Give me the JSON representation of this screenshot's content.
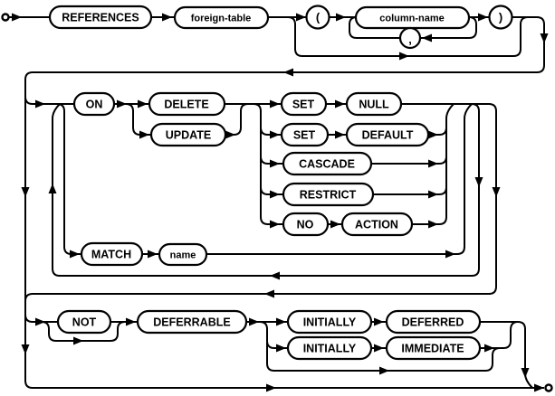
{
  "diagram": {
    "colors": {
      "line": "#000000",
      "background": "#ffffff",
      "node_fill": "#ffffff",
      "text": "#000000"
    },
    "nodes": {
      "references": "REFERENCES",
      "foreign_table": "foreign-table",
      "lparen": "(",
      "column_name": "column-name",
      "comma": ",",
      "rparen": ")",
      "on": "ON",
      "delete": "DELETE",
      "update": "UPDATE",
      "set_null_set": "SET",
      "set_null_null": "NULL",
      "set_default_set": "SET",
      "set_default_default": "DEFAULT",
      "cascade": "CASCADE",
      "restrict": "RESTRICT",
      "no": "NO",
      "action": "ACTION",
      "match": "MATCH",
      "name": "name",
      "not": "NOT",
      "deferrable": "DEFERRABLE",
      "initially_deferred_initially": "INITIALLY",
      "deferred": "DEFERRED",
      "initially_immediate_initially": "INITIALLY",
      "immediate": "IMMEDIATE"
    }
  }
}
